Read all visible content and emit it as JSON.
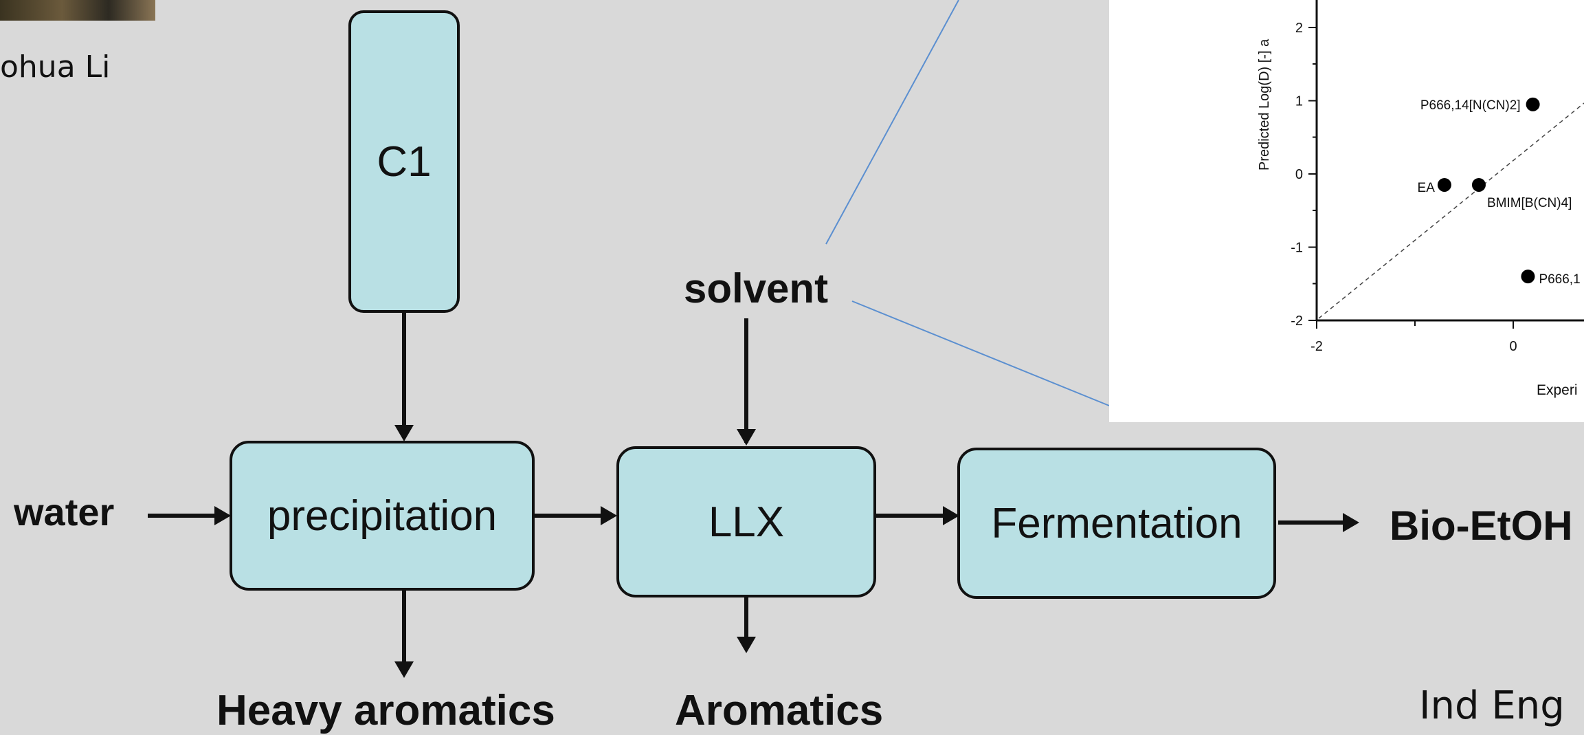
{
  "author": {
    "name_fragment": "ohua Li"
  },
  "flow": {
    "c1": "C1",
    "precipitation": "precipitation",
    "llx": "LLX",
    "fermentation": "Fermentation",
    "water": "water",
    "solvent": "solvent",
    "heavy_aromatics": "Heavy aromatics",
    "aromatics": "Aromatics",
    "bio_etoh": "Bio-EtOH"
  },
  "inset_chart": {
    "ylabel": "Predicted Log(D)  [-] a",
    "xlabel": "Experi",
    "y_ticks": [
      "2",
      "1",
      "0",
      "-1",
      "-2"
    ],
    "x_ticks": [
      "-2",
      "0"
    ],
    "point_labels": {
      "p666_ncn": "P666,14[N(CN)2]",
      "ea": "EA",
      "bmim": "BMIM[B(CN)4]",
      "p666_partial": "P666,1"
    }
  },
  "citation": "Ind Eng",
  "colors": {
    "background": "#d9d9d9",
    "box_fill": "#b9e0e4",
    "box_border": "#111111",
    "callout_line": "#5b8fd0"
  },
  "chart_data": {
    "type": "scatter",
    "ylim": [
      -2,
      2.4
    ],
    "xlim": [
      -2,
      0.9
    ],
    "points": [
      {
        "label": "P666,14[N(CN)2]",
        "x": 0.2,
        "y": 0.95
      },
      {
        "label": "EA",
        "x": -0.7,
        "y": -0.15
      },
      {
        "label": "BMIM[B(CN)4]",
        "x": -0.35,
        "y": -0.15
      },
      {
        "label": "P666,1",
        "x": 0.15,
        "y": -1.4
      }
    ],
    "reference_line": "y=x dashed"
  }
}
